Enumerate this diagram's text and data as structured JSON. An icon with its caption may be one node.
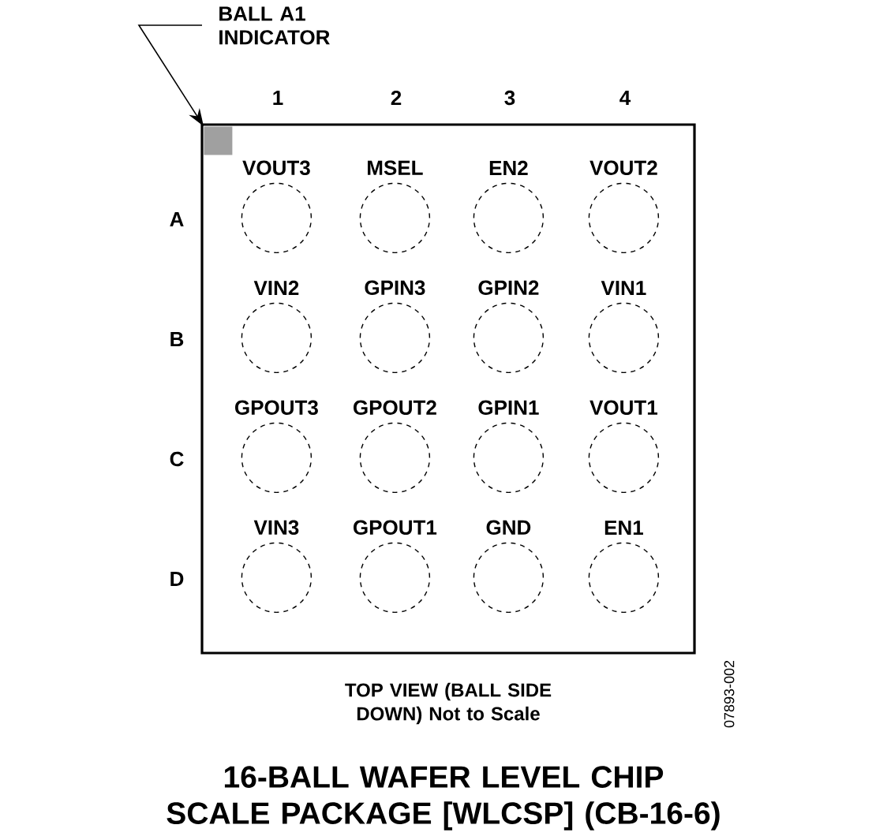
{
  "diagram": {
    "caption": "16-BALL WAFER LEVEL CHIP SCALE PACKAGE [WLCSP] (CB-16-6)",
    "nodes": [
      {
        "text": [
          "BALL A1 INDICATOR"
        ]
      },
      {
        "text": [],
        "shape": "box"
      },
      {
        "text": [],
        "shape": "box",
        "in": 1
      },
      {
        "text": [
          "VOUT3"
        ],
        "in": 1
      },
      {
        "text": [
          "MSEL"
        ],
        "in": 1
      },
      {
        "text": [
          "EN2"
        ],
        "in": 1
      },
      {
        "text": [
          "VOUT2"
        ],
        "in": 1
      },
      {
        "text": [
          "VIN2"
        ],
        "in": 1
      },
      {
        "text": [
          "GPIN3"
        ],
        "in": 1
      },
      {
        "text": [
          "GPIN2"
        ],
        "in": 1
      },
      {
        "text": [
          "VIN1"
        ],
        "in": 1
      },
      {
        "text": [
          "GPOUT3"
        ],
        "in": 1
      },
      {
        "text": [
          "GPOUT2"
        ],
        "in": 1
      },
      {
        "text": [
          "GPIN1"
        ],
        "in": 1
      },
      {
        "text": [
          "VOUT1"
        ],
        "in": 1
      },
      {
        "text": [
          "VIN3"
        ],
        "in": 1
      },
      {
        "text": [
          "GPOUT1"
        ],
        "in": 1
      },
      {
        "text": [
          "GND"
        ],
        "in": 1
      },
      {
        "text": [
          "EN1"
        ],
        "in": 1
      }
    ],
    "edges": [
      {
        "from": 0,
        "to": 2,
        "arrow": "to"
      }
    ],
    "labels": [
      "1",
      "2",
      "3",
      "4",
      "A",
      "B",
      "C",
      "D",
      "TOP VIEW (BALL SIDE DOWN) Not to Scale",
      "07893-002"
    ]
  }
}
